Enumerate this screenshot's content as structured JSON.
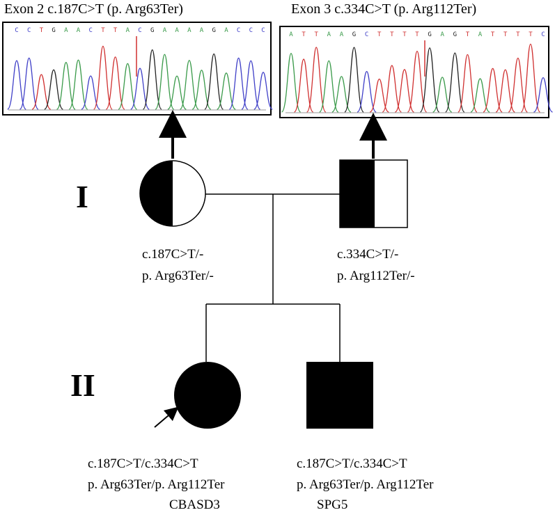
{
  "chromatograms": {
    "left": {
      "title": "Exon 2 c.187C>T (p. Arg63Ter)",
      "sequence": [
        "C",
        "C",
        "T",
        "G",
        "A",
        "A",
        "C",
        "T",
        "T",
        "A",
        "C",
        "G",
        "A",
        "A",
        "A",
        "A",
        "G",
        "A",
        "C",
        "C",
        "C"
      ]
    },
    "right": {
      "title": "Exon 3 c.334C>T (p. Arg112Ter)",
      "sequence": [
        "A",
        "T",
        "T",
        "A",
        "A",
        "G",
        "C",
        "T",
        "T",
        "T",
        "T",
        "G",
        "A",
        "G",
        "T",
        "A",
        "T",
        "T",
        "T",
        "T",
        "C"
      ]
    }
  },
  "colors": {
    "A": "#3a9a4a",
    "C": "#4040c8",
    "G": "#222222",
    "T": "#d03030",
    "marker": "#d03030"
  },
  "generations": {
    "gen1": "I",
    "gen2": "II"
  },
  "individuals": {
    "mother": {
      "line1": "c.187C>T/-",
      "line2": "p. Arg63Ter/-"
    },
    "father": {
      "line1": "c.334C>T/-",
      "line2": "p. Arg112Ter/-"
    },
    "proband": {
      "line1": "c.187C>T/c.334C>T",
      "line2": "p. Arg63Ter/p. Arg112Ter",
      "line3": "CBASD3"
    },
    "brother": {
      "line1": "c.187C>T/c.334C>T",
      "line2": "p. Arg63Ter/p. Arg112Ter",
      "line3": "SPG5"
    }
  }
}
